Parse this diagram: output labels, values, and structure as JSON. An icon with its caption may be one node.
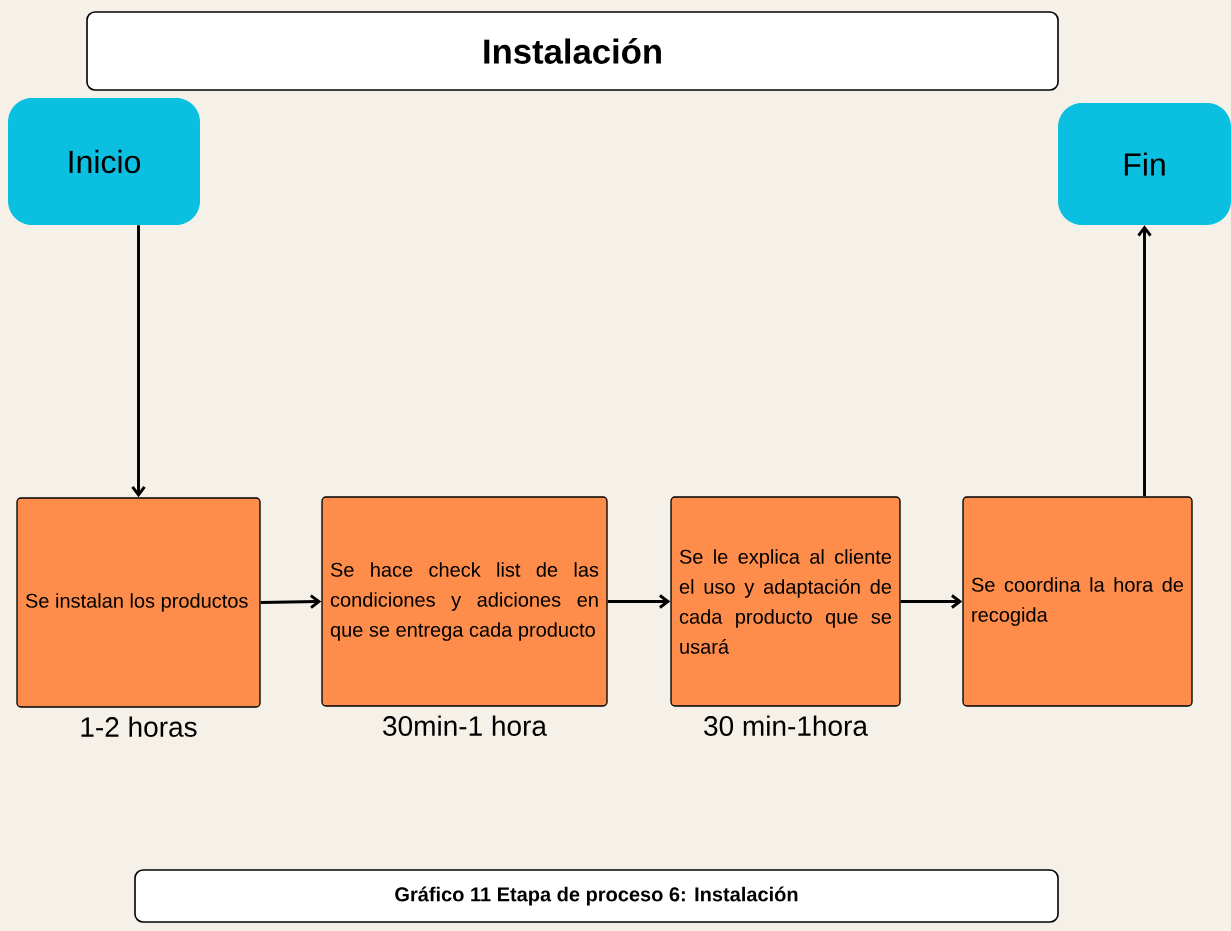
{
  "diagram": {
    "title": "Instalación",
    "caption": "Gráfico 11 Etapa de proceso 6: Instalación",
    "nodes": [
      {
        "text": [
          "Inicio"
        ]
      },
      {
        "text": [
          "Fin"
        ]
      },
      {
        "text": [
          "Se instalan los productos"
        ],
        "beside": [
          "1-2 horas"
        ]
      },
      {
        "text": [
          "Se hace check list de las condiciones y adiciones en que se entrega cada producto"
        ],
        "beside": [
          "30min-1 hora"
        ]
      },
      {
        "text": [
          "Se le explica al cliente el uso y adaptación de cada producto que se usará"
        ],
        "beside": [
          "30 min-1hora"
        ]
      },
      {
        "text": [
          "Se coordina la hora de recogida"
        ]
      }
    ],
    "edges": [
      {
        "from": 0,
        "to": 2,
        "arrow": "to"
      },
      {
        "from": 2,
        "to": 3,
        "arrow": "to"
      },
      {
        "from": 3,
        "to": 4,
        "arrow": "to"
      },
      {
        "from": 4,
        "to": 5,
        "arrow": "to"
      },
      {
        "from": 5,
        "to": 1,
        "arrow": "to"
      }
    ]
  }
}
